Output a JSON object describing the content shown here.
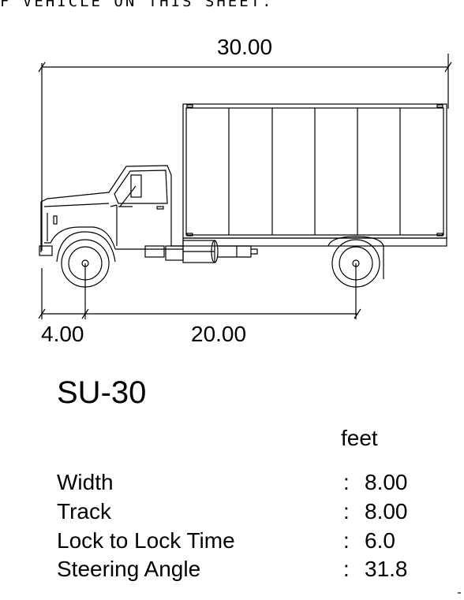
{
  "header_note": "F VEHICLE ON THIS SHEET.",
  "dimensions": {
    "overall_length": "30.00",
    "front_overhang": "4.00",
    "wheelbase": "20.00"
  },
  "vehicle": {
    "name": "SU-30"
  },
  "specs": {
    "units": "feet",
    "rows": [
      {
        "label": "Width",
        "value": "8.00"
      },
      {
        "label": "Track",
        "value": "8.00"
      },
      {
        "label": "Lock to Lock Time",
        "value": "6.0"
      },
      {
        "label": "Steering Angle",
        "value": "31.8"
      }
    ]
  }
}
